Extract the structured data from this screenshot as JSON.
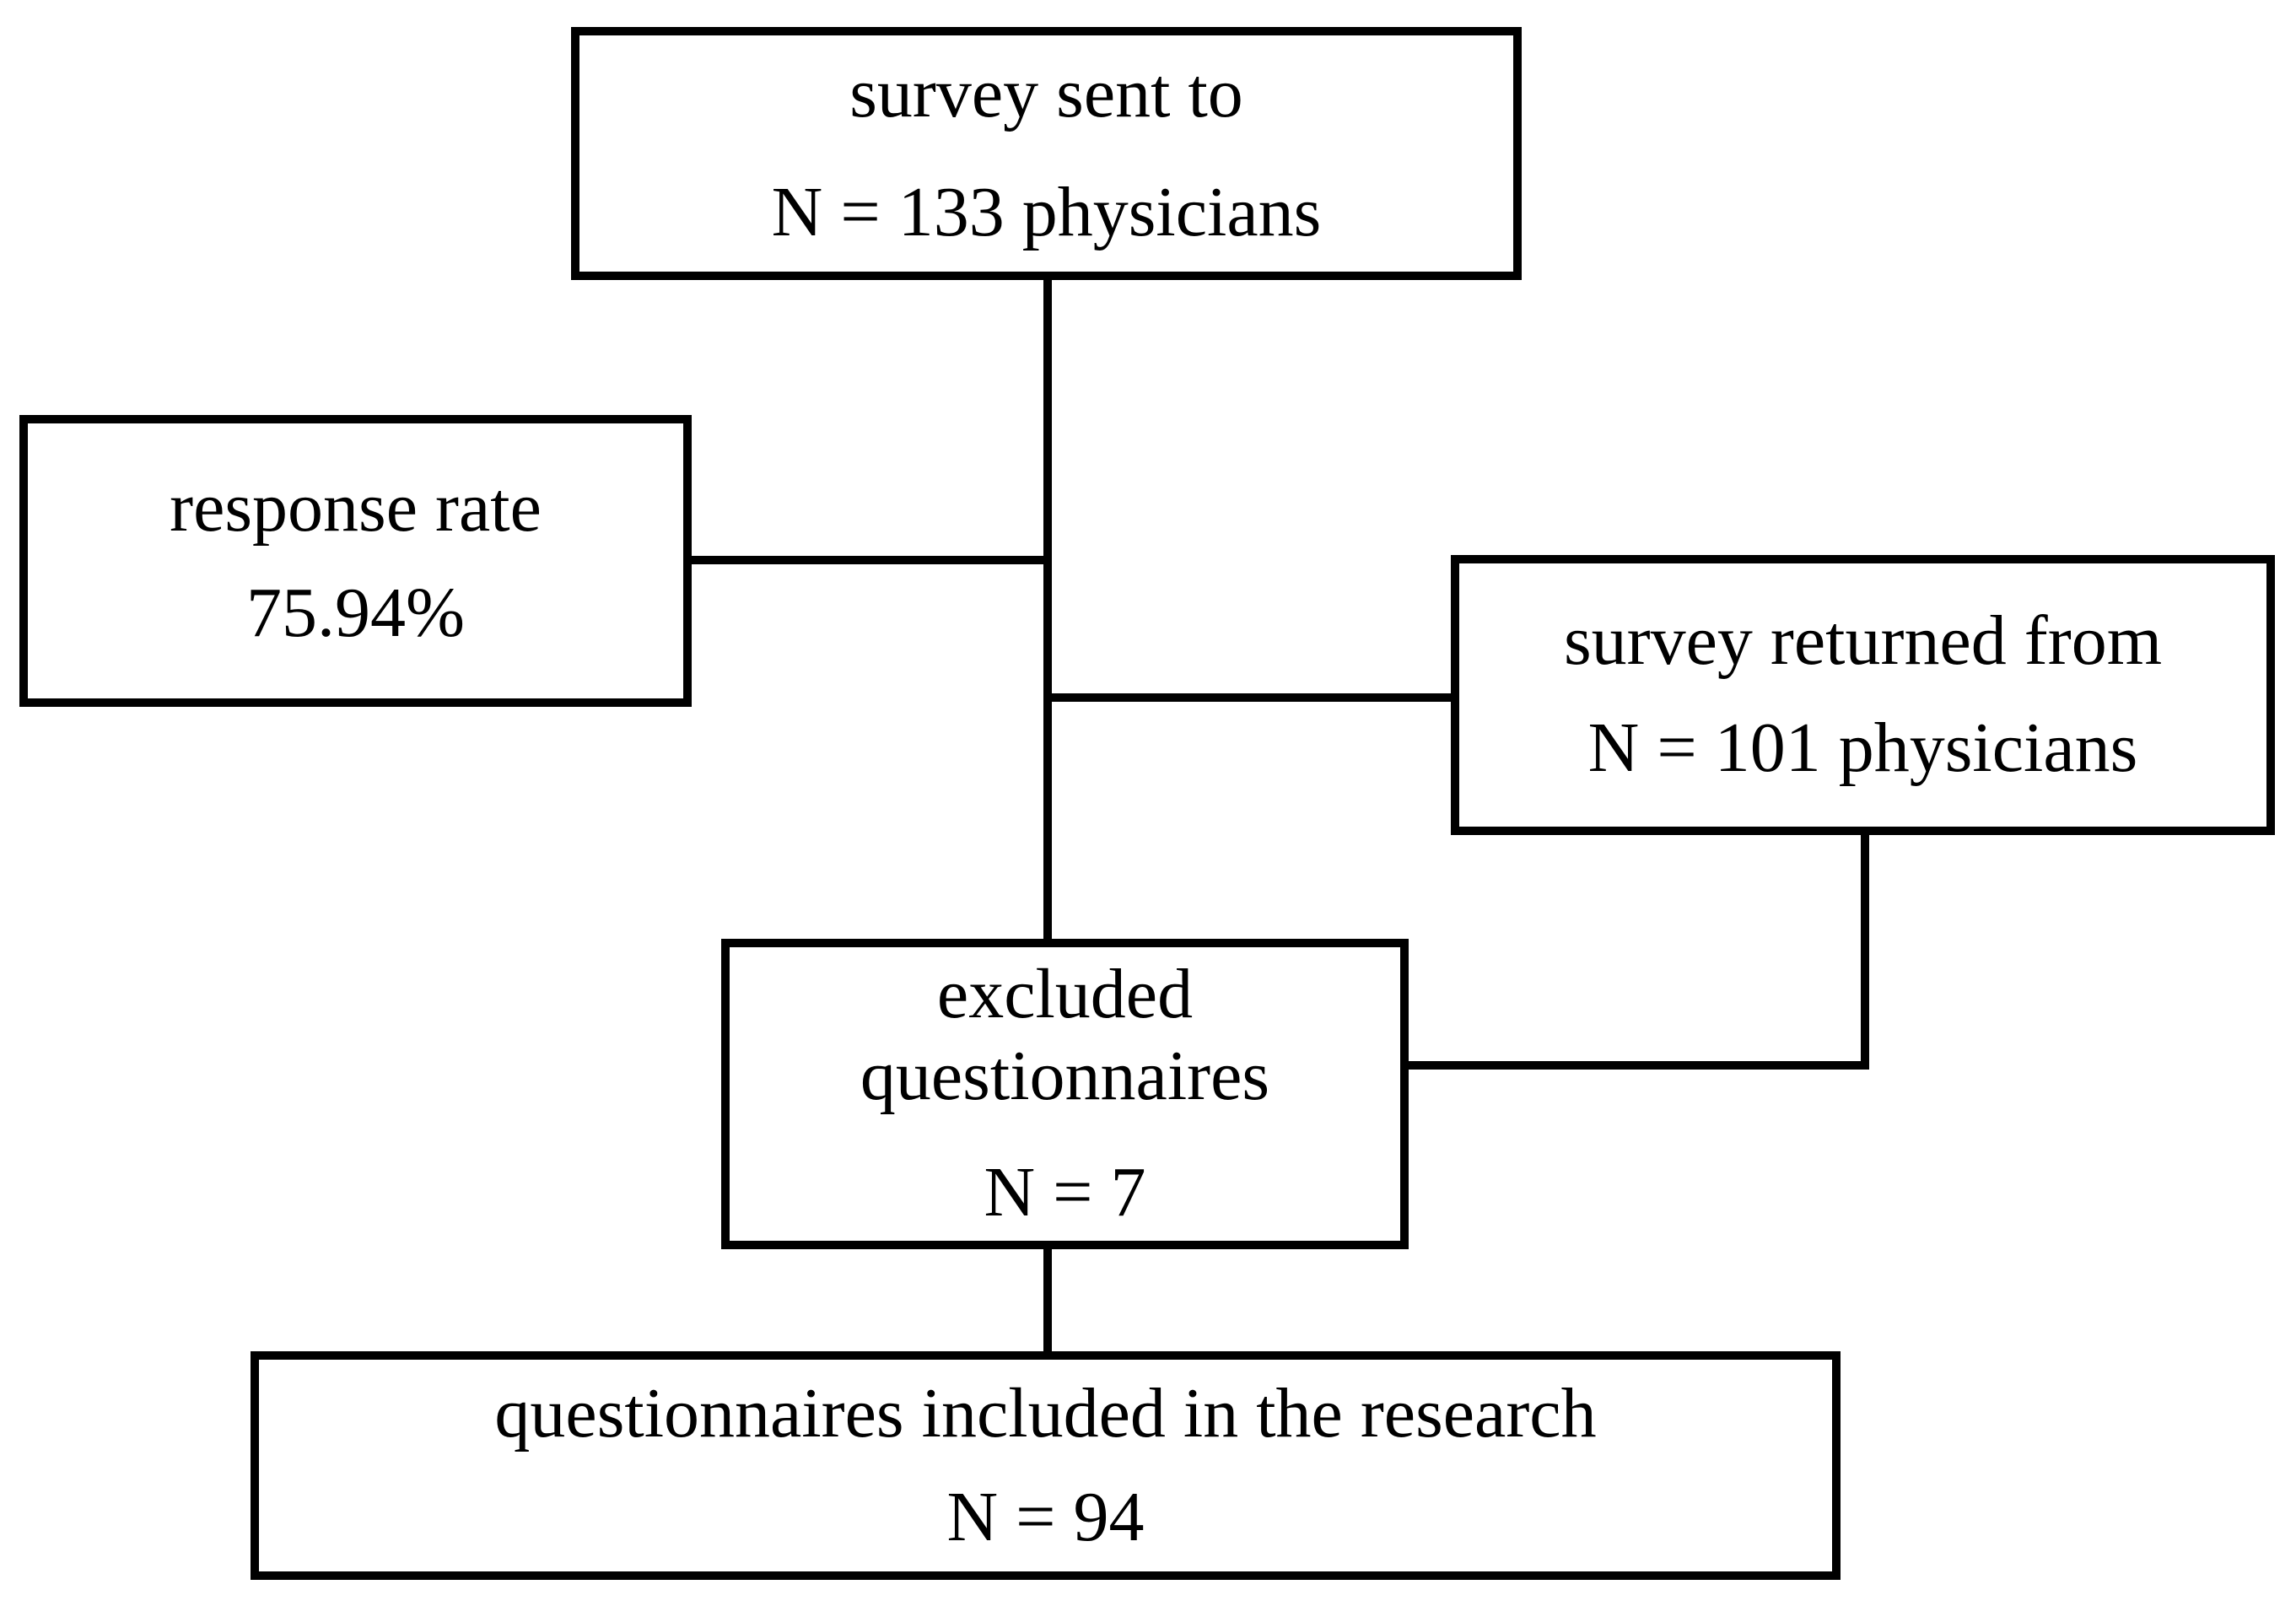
{
  "diagram": {
    "type": "flowchart",
    "background_color": "#ffffff",
    "line_color": "#000000",
    "text_color": "#000000",
    "boxes": [
      {
        "id": "survey-sent",
        "title": "survey sent to",
        "value": "N = 133 physicians"
      },
      {
        "id": "response-rate",
        "title": "response rate",
        "value": "75.94%"
      },
      {
        "id": "survey-returned",
        "title": "survey returned from",
        "value": "N = 101 physicians"
      },
      {
        "id": "excluded-questionnaires",
        "title": "excluded questionnaires",
        "value": "N = 7"
      },
      {
        "id": "included-questionnaires",
        "title": "questionnaires included in the research",
        "value": "N = 94"
      }
    ]
  }
}
